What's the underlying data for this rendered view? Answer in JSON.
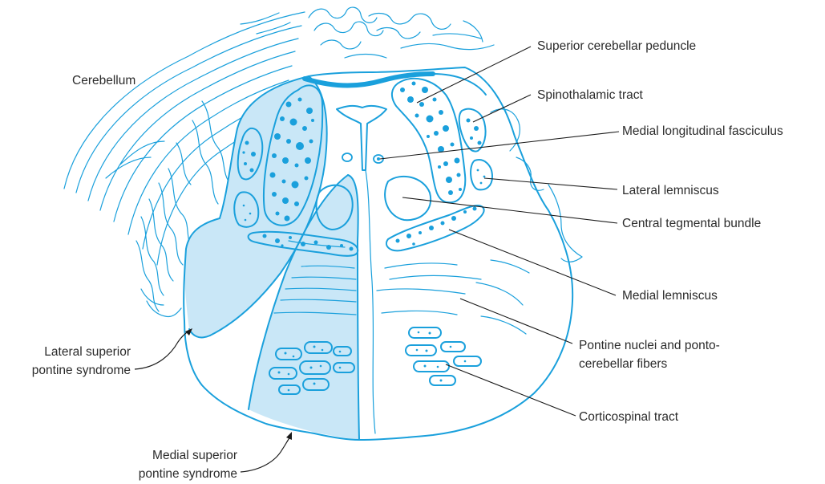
{
  "labels": {
    "cerebellum": "Cerebellum",
    "superior_cerebellar_peduncle": "Superior cerebellar peduncle",
    "spinothalamic_tract": "Spinothalamic tract",
    "medial_longitudinal_fasciculus": "Medial longitudinal fasciculus",
    "lateral_lemniscus": "Lateral lemniscus",
    "central_tegmental_bundle": "Central tegmental bundle",
    "medial_lemniscus": "Medial lemniscus",
    "pontine_nuclei_line1": "Pontine nuclei and ponto-",
    "pontine_nuclei_line2": "cerebellar fibers",
    "corticospinal_tract": "Corticospinal tract",
    "lateral_syndrome_line1": "Lateral superior",
    "lateral_syndrome_line2": "pontine syndrome",
    "medial_syndrome_line1": "Medial superior",
    "medial_syndrome_line2": "pontine syndrome"
  },
  "colors": {
    "line": "#1aa0dc",
    "shade": "#c9e7f7",
    "text": "#2b2b2b"
  }
}
